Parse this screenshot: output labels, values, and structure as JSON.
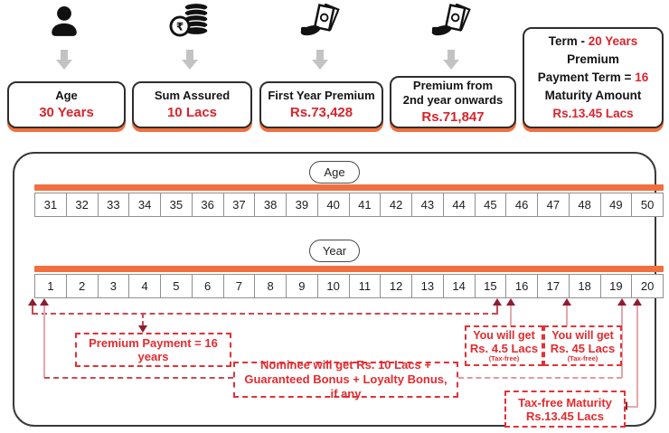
{
  "cards": [
    {
      "icon": "person-icon",
      "title": "Age",
      "value": "30 Years"
    },
    {
      "icon": "rupee-coin-stack-icon",
      "title": "Sum Assured",
      "value": "10 Lacs"
    },
    {
      "icon": "cash-in-hand-icon",
      "title": "First Year Premium",
      "value": "Rs.73,428"
    },
    {
      "icon": "cash-in-hand-icon",
      "title": "Premium from",
      "title2": "2nd year onwards",
      "value": "Rs.71,847"
    }
  ],
  "term_card": {
    "l1_black": "Term  -",
    "l1_red": "20 Years",
    "l2": "Premium",
    "l3_black": "Payment Term =",
    "l3_red": "16",
    "l4": "Maturity Amount",
    "l5_red": "Rs.13.45 Lacs"
  },
  "timeline": {
    "age_label": "Age",
    "ages": [
      "31",
      "32",
      "33",
      "34",
      "35",
      "36",
      "37",
      "38",
      "39",
      "40",
      "41",
      "42",
      "43",
      "44",
      "45",
      "46",
      "47",
      "48",
      "49",
      "50"
    ],
    "year_label": "Year",
    "years": [
      "1",
      "2",
      "3",
      "4",
      "5",
      "6",
      "7",
      "8",
      "9",
      "10",
      "11",
      "12",
      "13",
      "14",
      "15",
      "16",
      "17",
      "18",
      "19",
      "20"
    ]
  },
  "annotations": {
    "premium_payment": "Premium Payment = 16 years",
    "you_get_year16": {
      "l1": "You will get",
      "l2": "Rs. 4.5 Lacs",
      "l3": "(Tax-free)"
    },
    "you_get_year18": {
      "l1": "You will get",
      "l2": "Rs. 45 Lacs",
      "l3": "(Tax-free)"
    },
    "nominee": "Nominee will get Rs. 10 Lacs + Guaranteed Bonus + Loyalty Bonus, if any",
    "maturity": {
      "l1": "Tax-free Maturity",
      "l2": "Rs.13.45 Lacs"
    }
  },
  "colors": {
    "value_red": "#d8252c",
    "annotation_red": "#e32b2f",
    "orange": "#f0703f",
    "arrow_maroon": "#8e1d31",
    "connector_pink": "#e4a8ac",
    "gray_arrow": "#c3c3c3"
  }
}
